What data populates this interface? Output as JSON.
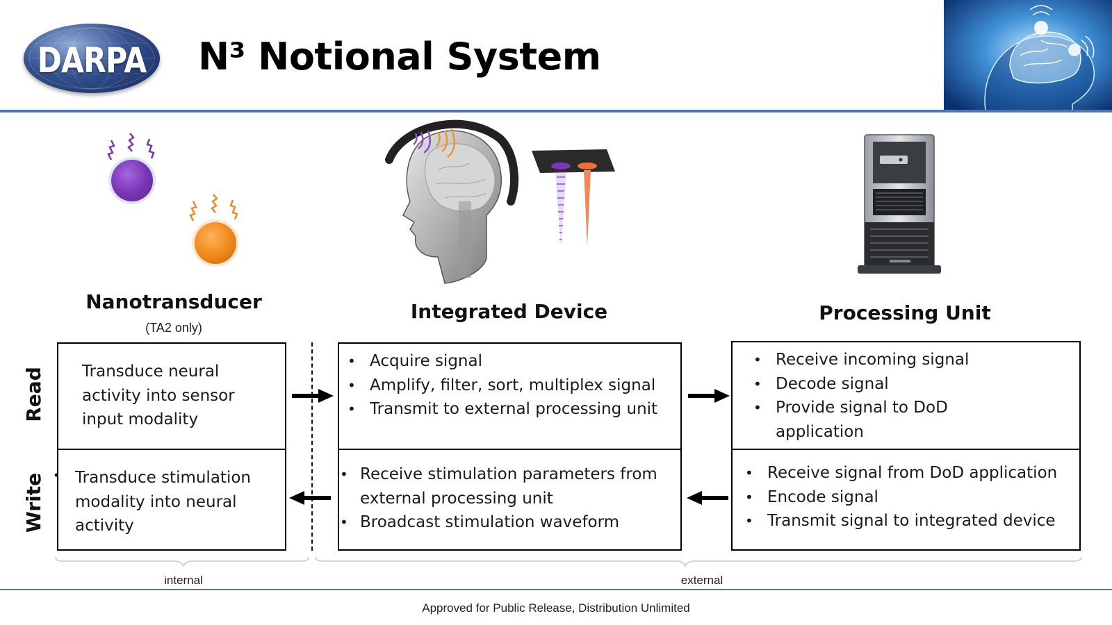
{
  "header": {
    "logo_text": "DARPA",
    "title": "N³ Notional System"
  },
  "columns": {
    "nanotransducer": {
      "title": "Nanotransducer",
      "subtitle": "(TA2 only)"
    },
    "integrated_device": {
      "title": "Integrated Device"
    },
    "processing_unit": {
      "title": "Processing Unit"
    }
  },
  "rows": {
    "read": "Read",
    "write": "Write"
  },
  "cells": {
    "nano_read": [
      "Transduce neural",
      "activity into sensor",
      "input modality"
    ],
    "nano_write": [
      "Transduce stimulation",
      "modality into neural",
      "activity"
    ],
    "device_read": [
      "Acquire signal",
      "Amplify, filter, sort, multiplex signal",
      "Transmit to external processing unit"
    ],
    "device_write": [
      "Receive stimulation parameters from",
      "external processing unit",
      "Broadcast stimulation waveform"
    ],
    "unit_read": [
      "Receive incoming signal",
      "Decode signal",
      "Provide signal to DoD",
      "application"
    ],
    "unit_write": [
      "Receive signal from DoD application",
      "Encode signal",
      "Transmit signal to integrated device"
    ]
  },
  "scope": {
    "internal": "internal",
    "external": "external"
  },
  "footer": "Approved for Public Release, Distribution Unlimited",
  "colors": {
    "rule_blue": "#4f74b3",
    "nanoparticle_purple": "#7a36b5",
    "nanoparticle_orange": "#f08a1c"
  }
}
